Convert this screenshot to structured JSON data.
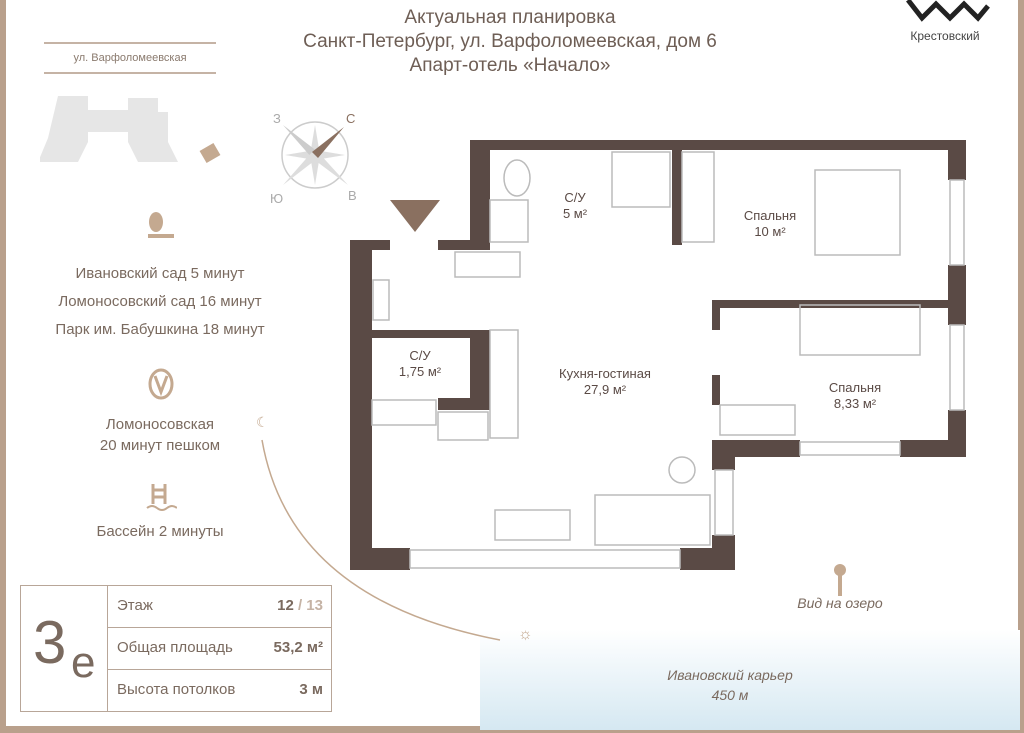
{
  "header": {
    "line1": "Актуальная планировка",
    "line2": "Санкт-Петербург, ул. Варфоломеевская, дом 6",
    "line3": "Апарт-отель «Начало»"
  },
  "logo": {
    "text": "Крестовский"
  },
  "street": "ул. Варфоломеевская",
  "compass": {
    "n": "С",
    "w": "З",
    "s": "Ю",
    "e": "В"
  },
  "parks": [
    "Ивановский сад 5 минут",
    "Ломоносовский сад 16 минут",
    "Парк им. Бабушкина 18 минут"
  ],
  "metro": {
    "name": "Ломоносовская",
    "time": "20 минут пешком"
  },
  "pool": "Бассейн 2 минуты",
  "summary": {
    "type": "3",
    "type_sub": "е",
    "floor_label": "Этаж",
    "floor": "12",
    "floors_total": "/ 13",
    "area_label": "Общая площадь",
    "area": "53,2 м²",
    "height_label": "Высота потолков",
    "height": "3 м"
  },
  "rooms": {
    "bath1_name": "С/У",
    "bath1_area": "5 м²",
    "bed1_name": "Спальня",
    "bed1_area": "10 м²",
    "bath2_name": "С/У",
    "bath2_area": "1,75 м²",
    "kitchen_name": "Кухня-гостиная",
    "kitchen_area": "27,9 м²",
    "bed2_name": "Спальня",
    "bed2_area": "8,33 м²"
  },
  "views": {
    "lake": "Вид на озеро",
    "quarry": "Ивановский карьер",
    "quarry_dist": "450 м"
  },
  "colors": {
    "wall": "#5a4a45",
    "accent": "#b9a08c"
  }
}
